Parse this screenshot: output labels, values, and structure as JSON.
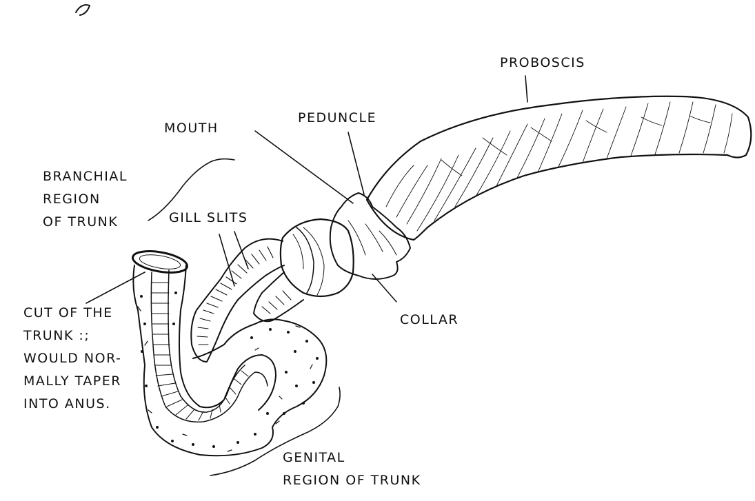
{
  "labels": {
    "proboscis": "PROBOSCIS",
    "mouth": "MOUTH",
    "peduncle": "PEDUNCLE",
    "branchial_region": "BRANCHIAL\nREGION\nOF TRUNK",
    "gill_slits": "GILL SLITS",
    "collar": "COLLAR",
    "cut_of_trunk": "CUT OF THE\nTRUNK :;\nWOULD NOR-\nMALLY TAPER\nINTO ANUS.",
    "genital_region": "GENITAL\nREGION OF TRUNK"
  }
}
